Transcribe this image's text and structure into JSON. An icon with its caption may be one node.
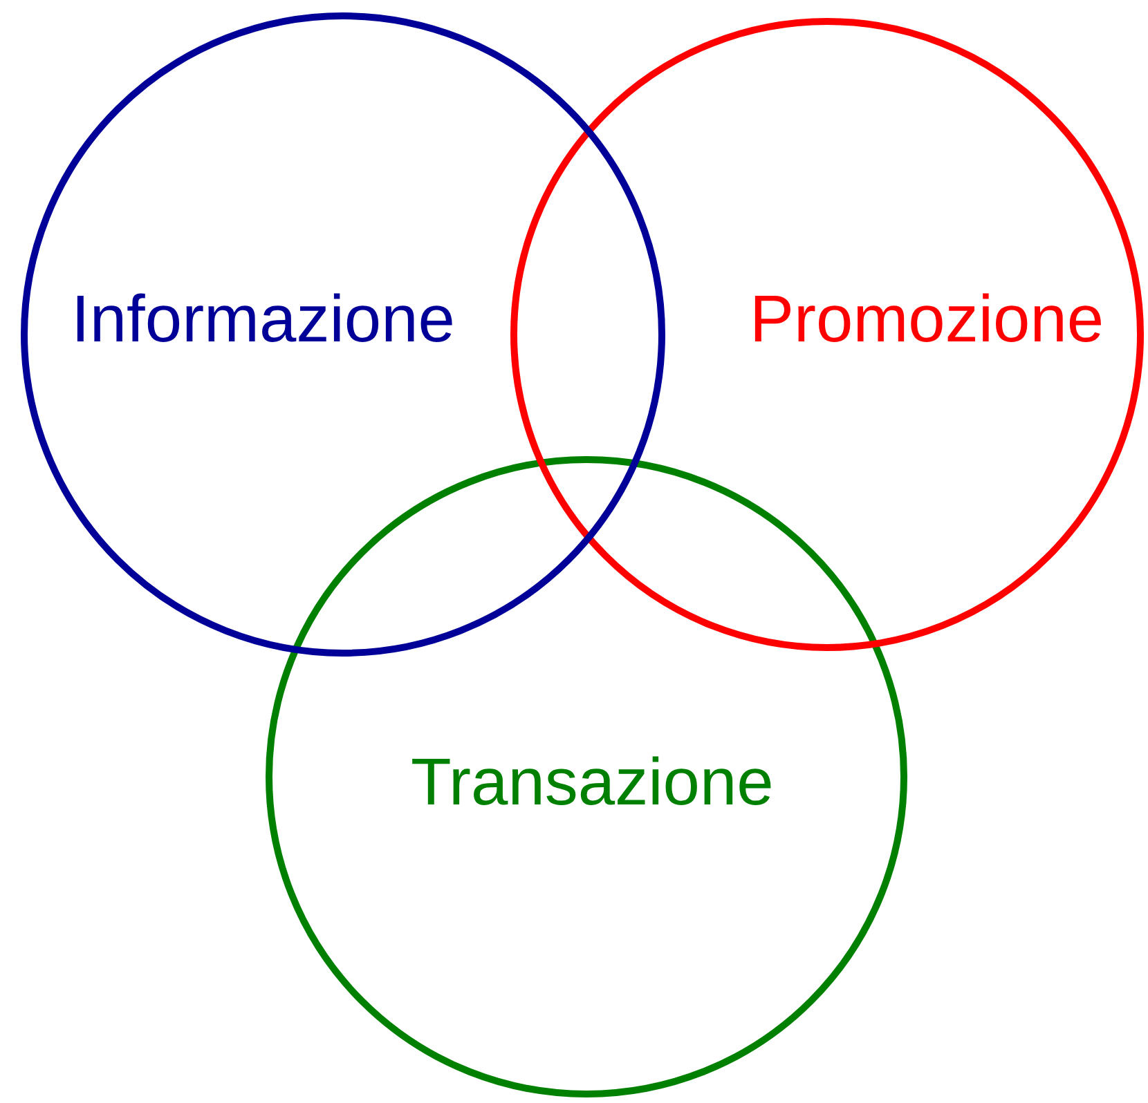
{
  "diagram": {
    "nodes": [
      {
        "text": [
          "Informazione"
        ]
      },
      {
        "text": [
          "Promozione"
        ]
      },
      {
        "text": [
          "Transazione"
        ]
      }
    ]
  }
}
